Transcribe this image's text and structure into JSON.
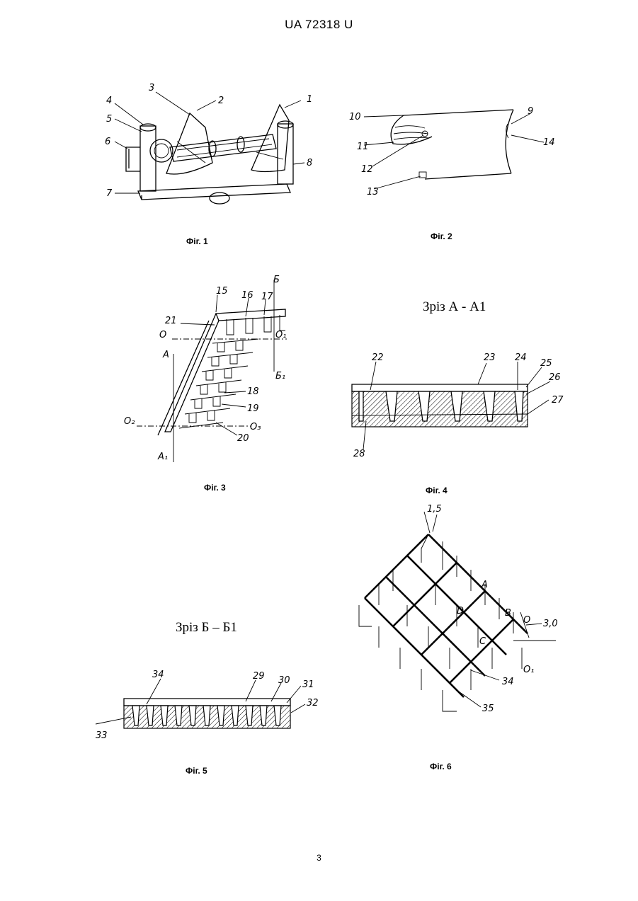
{
  "header": {
    "patent_number": "UA   72318   U"
  },
  "figures": {
    "fig1": {
      "caption": "Фіг. 1",
      "labels": [
        "1",
        "2",
        "3",
        "4",
        "5",
        "6",
        "7",
        "8"
      ]
    },
    "fig2": {
      "caption": "Фіг. 2",
      "labels": [
        "9",
        "10",
        "11",
        "12",
        "13",
        "14"
      ]
    },
    "fig3": {
      "caption": "Фіг. 3",
      "labels": [
        "15",
        "16",
        "17",
        "18",
        "19",
        "20",
        "21",
        "Б",
        "Б₁",
        "А",
        "А₁",
        "О",
        "О₁",
        "О₂",
        "О₃"
      ]
    },
    "fig4": {
      "title": "Зріз А - А1",
      "caption": "Фіг. 4",
      "labels": [
        "22",
        "23",
        "24",
        "25",
        "26",
        "27",
        "28"
      ]
    },
    "fig5": {
      "title": "Зріз Б – Б1",
      "caption": "Фіг. 5",
      "labels": [
        "29",
        "30",
        "31",
        "32",
        "33",
        "34"
      ]
    },
    "fig6": {
      "caption": "Фіг. 6",
      "labels": [
        "1,5",
        "3,0",
        "34",
        "35",
        "A",
        "B",
        "C",
        "D",
        "O",
        "O₁"
      ]
    }
  },
  "footer": {
    "page_number": "3"
  }
}
